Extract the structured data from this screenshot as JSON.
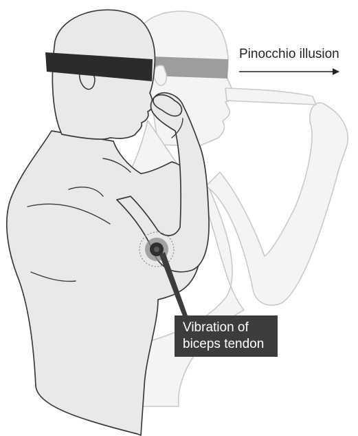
{
  "figure": {
    "title": "Pinocchio illusion",
    "callout_line1": "Vibration of",
    "callout_line2": "biceps tendon"
  },
  "colors": {
    "skin_fill": "#e9e9e9",
    "outline": "#3a3a3a",
    "ghost_fill": "#f4f4f4",
    "ghost_outline": "#c9c9c9",
    "blindfold": "#2b2b2b",
    "callout_bg": "#3c3c3c",
    "vibrator_dark": "#2f2f2f",
    "vibrator_mid": "#8a8a8a"
  },
  "icons": {
    "arrow": "right-arrow-icon",
    "vibration": "vibration-target-icon"
  }
}
